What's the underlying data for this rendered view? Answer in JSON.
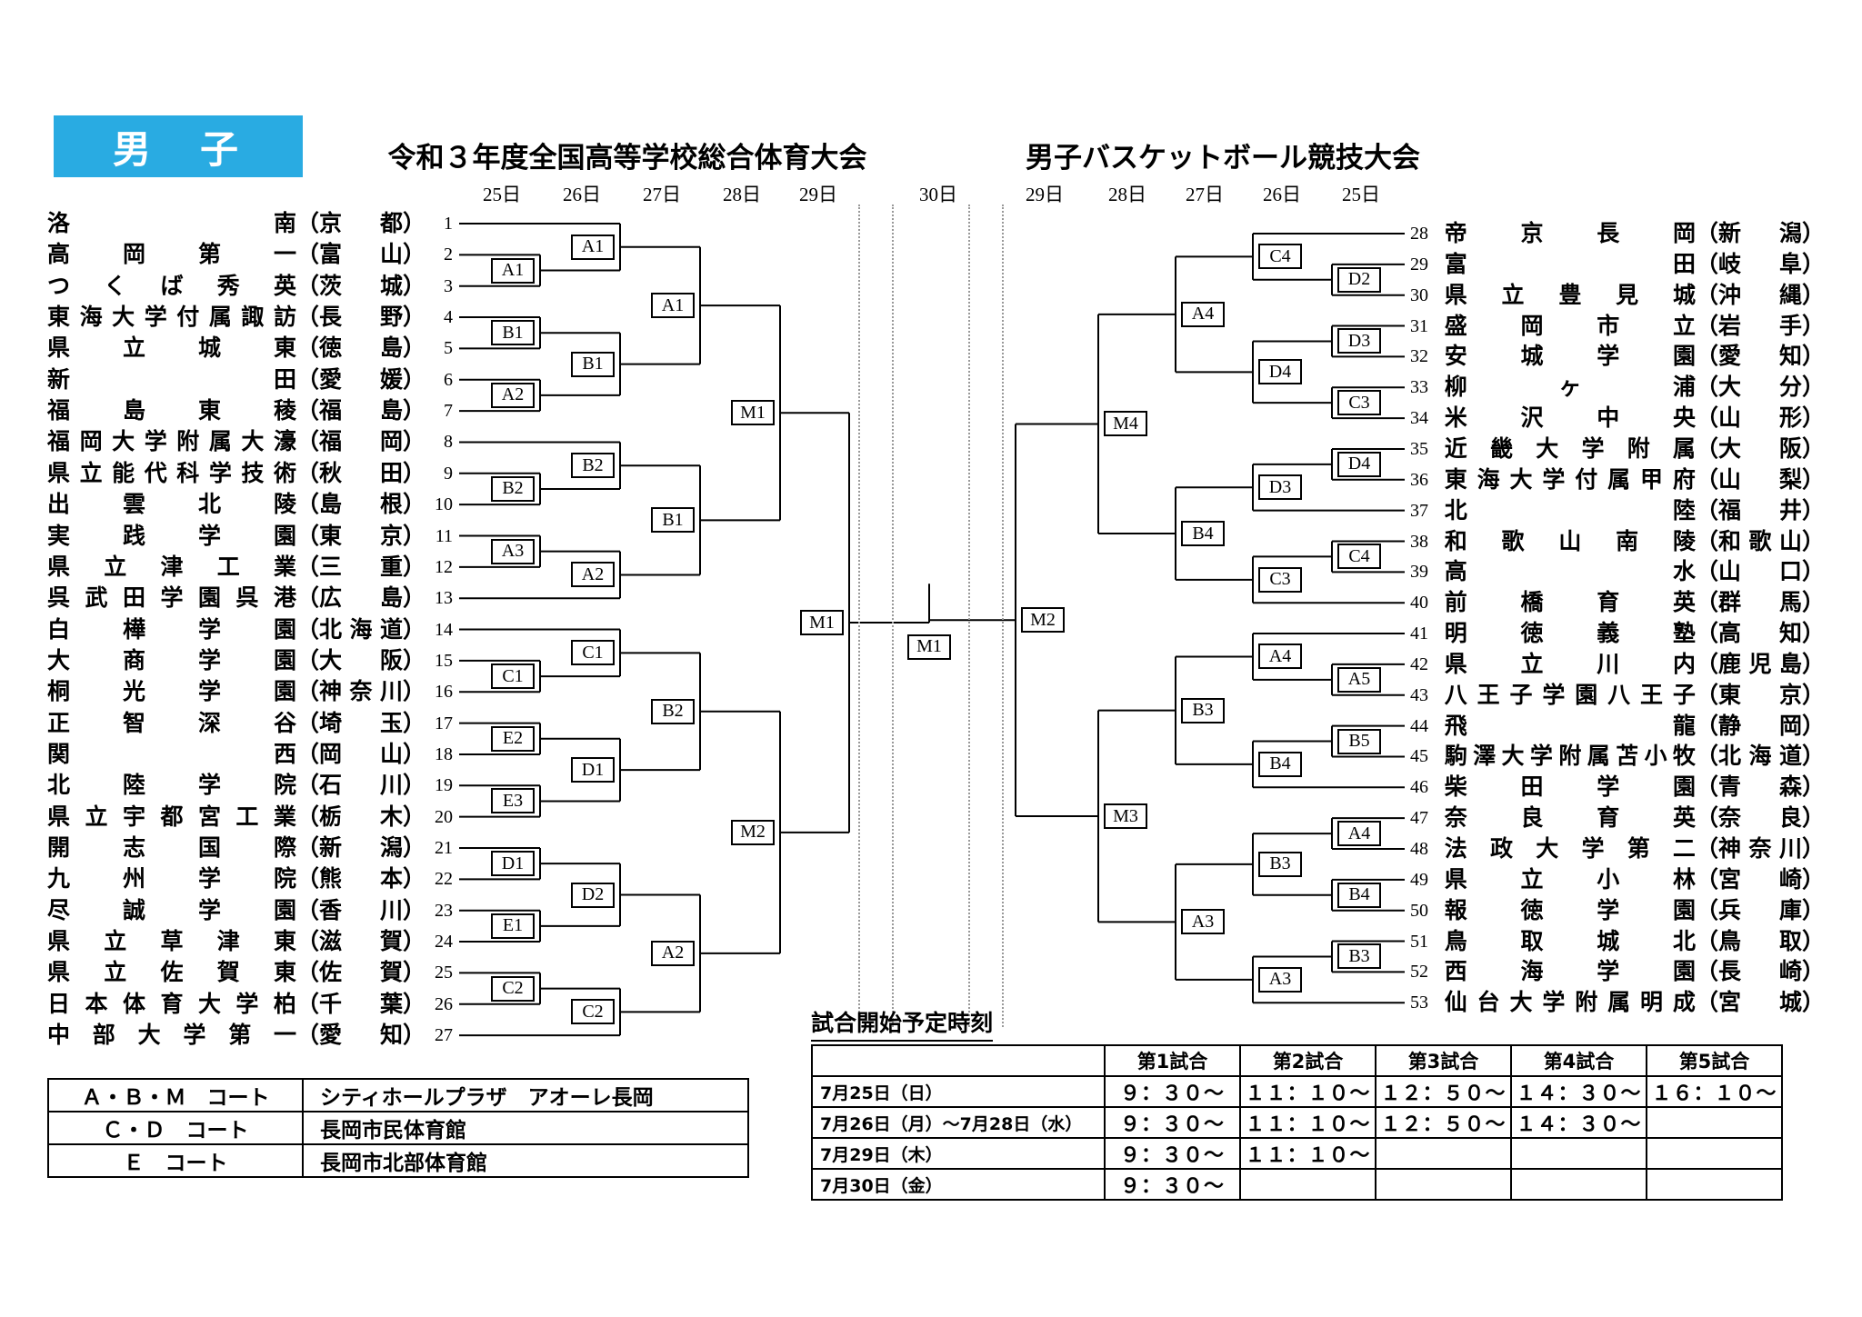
{
  "header": {
    "gender_label": "男　子",
    "title_main": "令和３年度全国高等学校総合体育大会",
    "title_sub": "男子バスケットボール競技大会",
    "accent_color": "#29abe2"
  },
  "dates_left": [
    "25日",
    "26日",
    "27日",
    "28日",
    "29日",
    "30日"
  ],
  "dates_right": [
    "29日",
    "28日",
    "27日",
    "26日",
    "25日"
  ],
  "teams_left": [
    {
      "seed": 1,
      "name": "洛南",
      "pref": "京都"
    },
    {
      "seed": 2,
      "name": "高岡第一",
      "pref": "富山"
    },
    {
      "seed": 3,
      "name": "つくば秀英",
      "pref": "茨城"
    },
    {
      "seed": 4,
      "name": "東海大学付属諏訪",
      "pref": "長野"
    },
    {
      "seed": 5,
      "name": "県立城東",
      "pref": "徳島"
    },
    {
      "seed": 6,
      "name": "新田",
      "pref": "愛媛"
    },
    {
      "seed": 7,
      "name": "福島東稜",
      "pref": "福島"
    },
    {
      "seed": 8,
      "name": "福岡大学附属大濠",
      "pref": "福岡"
    },
    {
      "seed": 9,
      "name": "県立能代科学技術",
      "pref": "秋田"
    },
    {
      "seed": 10,
      "name": "出雲北陵",
      "pref": "島根"
    },
    {
      "seed": 11,
      "name": "実践学園",
      "pref": "東京"
    },
    {
      "seed": 12,
      "name": "県立津工業",
      "pref": "三重"
    },
    {
      "seed": 13,
      "name": "呉武田学園呉港",
      "pref": "広島"
    },
    {
      "seed": 14,
      "name": "白樺学園",
      "pref": "北海道"
    },
    {
      "seed": 15,
      "name": "大商学園",
      "pref": "大阪"
    },
    {
      "seed": 16,
      "name": "桐光学園",
      "pref": "神奈川"
    },
    {
      "seed": 17,
      "name": "正智深谷",
      "pref": "埼玉"
    },
    {
      "seed": 18,
      "name": "関西",
      "pref": "岡山"
    },
    {
      "seed": 19,
      "name": "北陸学院",
      "pref": "石川"
    },
    {
      "seed": 20,
      "name": "県立宇都宮工業",
      "pref": "栃木"
    },
    {
      "seed": 21,
      "name": "開志国際",
      "pref": "新潟"
    },
    {
      "seed": 22,
      "name": "九州学院",
      "pref": "熊本"
    },
    {
      "seed": 23,
      "name": "尽誠学園",
      "pref": "香川"
    },
    {
      "seed": 24,
      "name": "県立草津東",
      "pref": "滋賀"
    },
    {
      "seed": 25,
      "name": "県立佐賀東",
      "pref": "佐賀"
    },
    {
      "seed": 26,
      "name": "日本体育大学柏",
      "pref": "千葉"
    },
    {
      "seed": 27,
      "name": "中部大学第一",
      "pref": "愛知"
    }
  ],
  "teams_right": [
    {
      "seed": 28,
      "name": "帝京長岡",
      "pref": "新潟"
    },
    {
      "seed": 29,
      "name": "富田",
      "pref": "岐阜"
    },
    {
      "seed": 30,
      "name": "県立豊見城",
      "pref": "沖縄"
    },
    {
      "seed": 31,
      "name": "盛岡市立",
      "pref": "岩手"
    },
    {
      "seed": 32,
      "name": "安城学園",
      "pref": "愛知"
    },
    {
      "seed": 33,
      "name": "柳ヶ浦",
      "pref": "大分"
    },
    {
      "seed": 34,
      "name": "米沢中央",
      "pref": "山形"
    },
    {
      "seed": 35,
      "name": "近畿大学附属",
      "pref": "大阪"
    },
    {
      "seed": 36,
      "name": "東海大学付属甲府",
      "pref": "山梨"
    },
    {
      "seed": 37,
      "name": "北陸",
      "pref": "福井"
    },
    {
      "seed": 38,
      "name": "和歌山南陵",
      "pref": "和歌山"
    },
    {
      "seed": 39,
      "name": "高水",
      "pref": "山口"
    },
    {
      "seed": 40,
      "name": "前橋育英",
      "pref": "群馬"
    },
    {
      "seed": 41,
      "name": "明徳義塾",
      "pref": "高知"
    },
    {
      "seed": 42,
      "name": "県立川内",
      "pref": "鹿児島"
    },
    {
      "seed": 43,
      "name": "八王子学園八王子",
      "pref": "東京"
    },
    {
      "seed": 44,
      "name": "飛龍",
      "pref": "静岡"
    },
    {
      "seed": 45,
      "name": "駒澤大学附属苫小牧",
      "pref": "北海道"
    },
    {
      "seed": 46,
      "name": "柴田学園",
      "pref": "青森"
    },
    {
      "seed": 47,
      "name": "奈良育英",
      "pref": "奈良"
    },
    {
      "seed": 48,
      "name": "法政大学第二",
      "pref": "神奈川"
    },
    {
      "seed": 49,
      "name": "県立小林",
      "pref": "宮崎"
    },
    {
      "seed": 50,
      "name": "報徳学園",
      "pref": "兵庫"
    },
    {
      "seed": 51,
      "name": "鳥取城北",
      "pref": "鳥取"
    },
    {
      "seed": 52,
      "name": "西海学園",
      "pref": "長崎"
    },
    {
      "seed": 53,
      "name": "仙台大学附属明成",
      "pref": "宮城"
    }
  ],
  "bracket_left": {
    "rounds": [
      [
        {
          "label": "A1",
          "top": "T2",
          "bottom": "T3"
        },
        {
          "label": "B1",
          "top": "T4",
          "bottom": "T5"
        },
        {
          "label": "A2",
          "top": "T6",
          "bottom": "T7"
        },
        {
          "label": "B2",
          "top": "T9",
          "bottom": "T10"
        },
        {
          "label": "A3",
          "top": "T11",
          "bottom": "T12"
        },
        {
          "label": "C1",
          "top": "T15",
          "bottom": "T16"
        },
        {
          "label": "E2",
          "top": "T17",
          "bottom": "T18"
        },
        {
          "label": "E3",
          "top": "T19",
          "bottom": "T20"
        },
        {
          "label": "D1",
          "top": "T21",
          "bottom": "T22"
        },
        {
          "label": "E1",
          "top": "T23",
          "bottom": "T24"
        },
        {
          "label": "C2",
          "top": "T25",
          "bottom": "T26"
        }
      ],
      [
        {
          "label": "A1",
          "top": "T1",
          "bottom": "A1"
        },
        {
          "label": "B1",
          "top": "B1",
          "bottom": "A2"
        },
        {
          "label": "B2",
          "top": "T8",
          "bottom": "B2"
        },
        {
          "label": "A2",
          "top": "A3",
          "bottom": "T13"
        },
        {
          "label": "C1",
          "top": "T14",
          "bottom": "C1"
        },
        {
          "label": "D1",
          "top": "E2",
          "bottom": "E3"
        },
        {
          "label": "D2",
          "top": "D1",
          "bottom": "E1"
        },
        {
          "label": "C2",
          "top": "C2",
          "bottom": "T27"
        }
      ],
      [
        {
          "label": "A1",
          "top": "A1",
          "bottom": "B1"
        },
        {
          "label": "B1",
          "top": "B2",
          "bottom": "A2"
        },
        {
          "label": "B2",
          "top": "C1",
          "bottom": "D1"
        },
        {
          "label": "A2",
          "top": "D2",
          "bottom": "C2"
        }
      ],
      [
        {
          "label": "M1",
          "top": "A1",
          "bottom": "B1"
        },
        {
          "label": "M2",
          "top": "B2",
          "bottom": "A2"
        }
      ],
      [
        {
          "label": "M1",
          "top": "M1",
          "bottom": "M2"
        }
      ]
    ]
  },
  "bracket_right": {
    "rounds": [
      [
        {
          "label": "D2",
          "top": "T29",
          "bottom": "T30"
        },
        {
          "label": "D3",
          "top": "T31",
          "bottom": "T32"
        },
        {
          "label": "C3",
          "top": "T33",
          "bottom": "T34"
        },
        {
          "label": "D4",
          "top": "T35",
          "bottom": "T36"
        },
        {
          "label": "C4",
          "top": "T38",
          "bottom": "T39"
        },
        {
          "label": "A5",
          "top": "T42",
          "bottom": "T43"
        },
        {
          "label": "B5",
          "top": "T44",
          "bottom": "T45"
        },
        {
          "label": "A4",
          "top": "T47",
          "bottom": "T48"
        },
        {
          "label": "B4",
          "top": "T49",
          "bottom": "T50"
        },
        {
          "label": "B3",
          "top": "T51",
          "bottom": "T52"
        }
      ],
      [
        {
          "label": "C4",
          "top": "T28",
          "bottom": "D2"
        },
        {
          "label": "D4",
          "top": "D3",
          "bottom": "C3"
        },
        {
          "label": "D3",
          "top": "D4",
          "bottom": "T37"
        },
        {
          "label": "C3",
          "top": "C4",
          "bottom": "T40"
        },
        {
          "label": "A4",
          "top": "T41",
          "bottom": "A5"
        },
        {
          "label": "B4",
          "top": "B5",
          "bottom": "T46"
        },
        {
          "label": "B3",
          "top": "A4",
          "bottom": "B4"
        },
        {
          "label": "A3",
          "top": "B3",
          "bottom": "T53"
        }
      ],
      [
        {
          "label": "A4",
          "top": "C4",
          "bottom": "D4"
        },
        {
          "label": "B4",
          "top": "D3",
          "bottom": "C3"
        },
        {
          "label": "B3",
          "top": "A4",
          "bottom": "B4"
        },
        {
          "label": "A3",
          "top": "B3",
          "bottom": "A3"
        }
      ],
      [
        {
          "label": "M4",
          "top": "A4",
          "bottom": "B4"
        },
        {
          "label": "M3",
          "top": "B3",
          "bottom": "A3"
        }
      ],
      [
        {
          "label": "M2",
          "top": "M4",
          "bottom": "M3"
        }
      ]
    ]
  },
  "final": {
    "label": "M1"
  },
  "courts": {
    "rows": [
      {
        "court": "Ａ・Ｂ・Ｍ　コート",
        "venue": "シティホールプラザ　アオーレ長岡"
      },
      {
        "court": "Ｃ・Ｄ　コート",
        "venue": "長岡市民体育館"
      },
      {
        "court": "Ｅ　コート",
        "venue": "長岡市北部体育館"
      }
    ]
  },
  "schedule": {
    "title": "試合開始予定時刻",
    "columns": [
      "第1試合",
      "第2試合",
      "第3試合",
      "第4試合",
      "第5試合"
    ],
    "rows": [
      {
        "label": "7月25日（日）",
        "times": [
          "９：３０～",
          "１１：１０～",
          "１２：５０～",
          "１４：３０～",
          "１６：１０～"
        ]
      },
      {
        "label": "7月26日（月）～7月28日（水）",
        "times": [
          "９：３０～",
          "１１：１０～",
          "１２：５０～",
          "１４：３０～",
          ""
        ]
      },
      {
        "label": "7月29日（木）",
        "times": [
          "９：３０～",
          "１１：１０～",
          "",
          "",
          ""
        ]
      },
      {
        "label": "7月30日（金）",
        "times": [
          "９：３０～",
          "",
          "",
          "",
          ""
        ]
      }
    ]
  }
}
